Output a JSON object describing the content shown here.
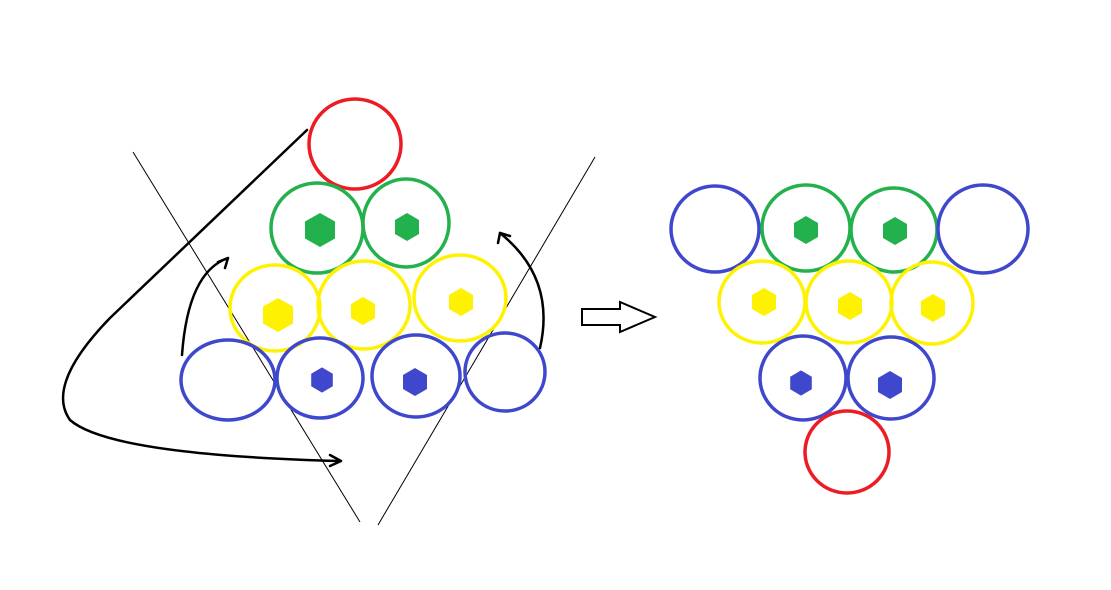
{
  "colors": {
    "red": "#ed1c24",
    "green": "#22b14c",
    "yellow": "#fff200",
    "blue": "#3f48cc",
    "ink": "#000000"
  },
  "diagram": {
    "before": {
      "rows": [
        [
          "red-empty"
        ],
        [
          "green-filled",
          "green-filled"
        ],
        [
          "yellow-filled",
          "yellow-filled",
          "yellow-filled"
        ],
        [
          "blue-empty",
          "blue-filled",
          "blue-filled",
          "blue-empty"
        ]
      ]
    },
    "after": {
      "rows": [
        [
          "blue-empty",
          "green-filled",
          "green-filled",
          "blue-empty"
        ],
        [
          "yellow-filled",
          "yellow-filled",
          "yellow-filled"
        ],
        [
          "blue-filled",
          "blue-filled"
        ],
        [
          "red-empty"
        ]
      ]
    }
  }
}
